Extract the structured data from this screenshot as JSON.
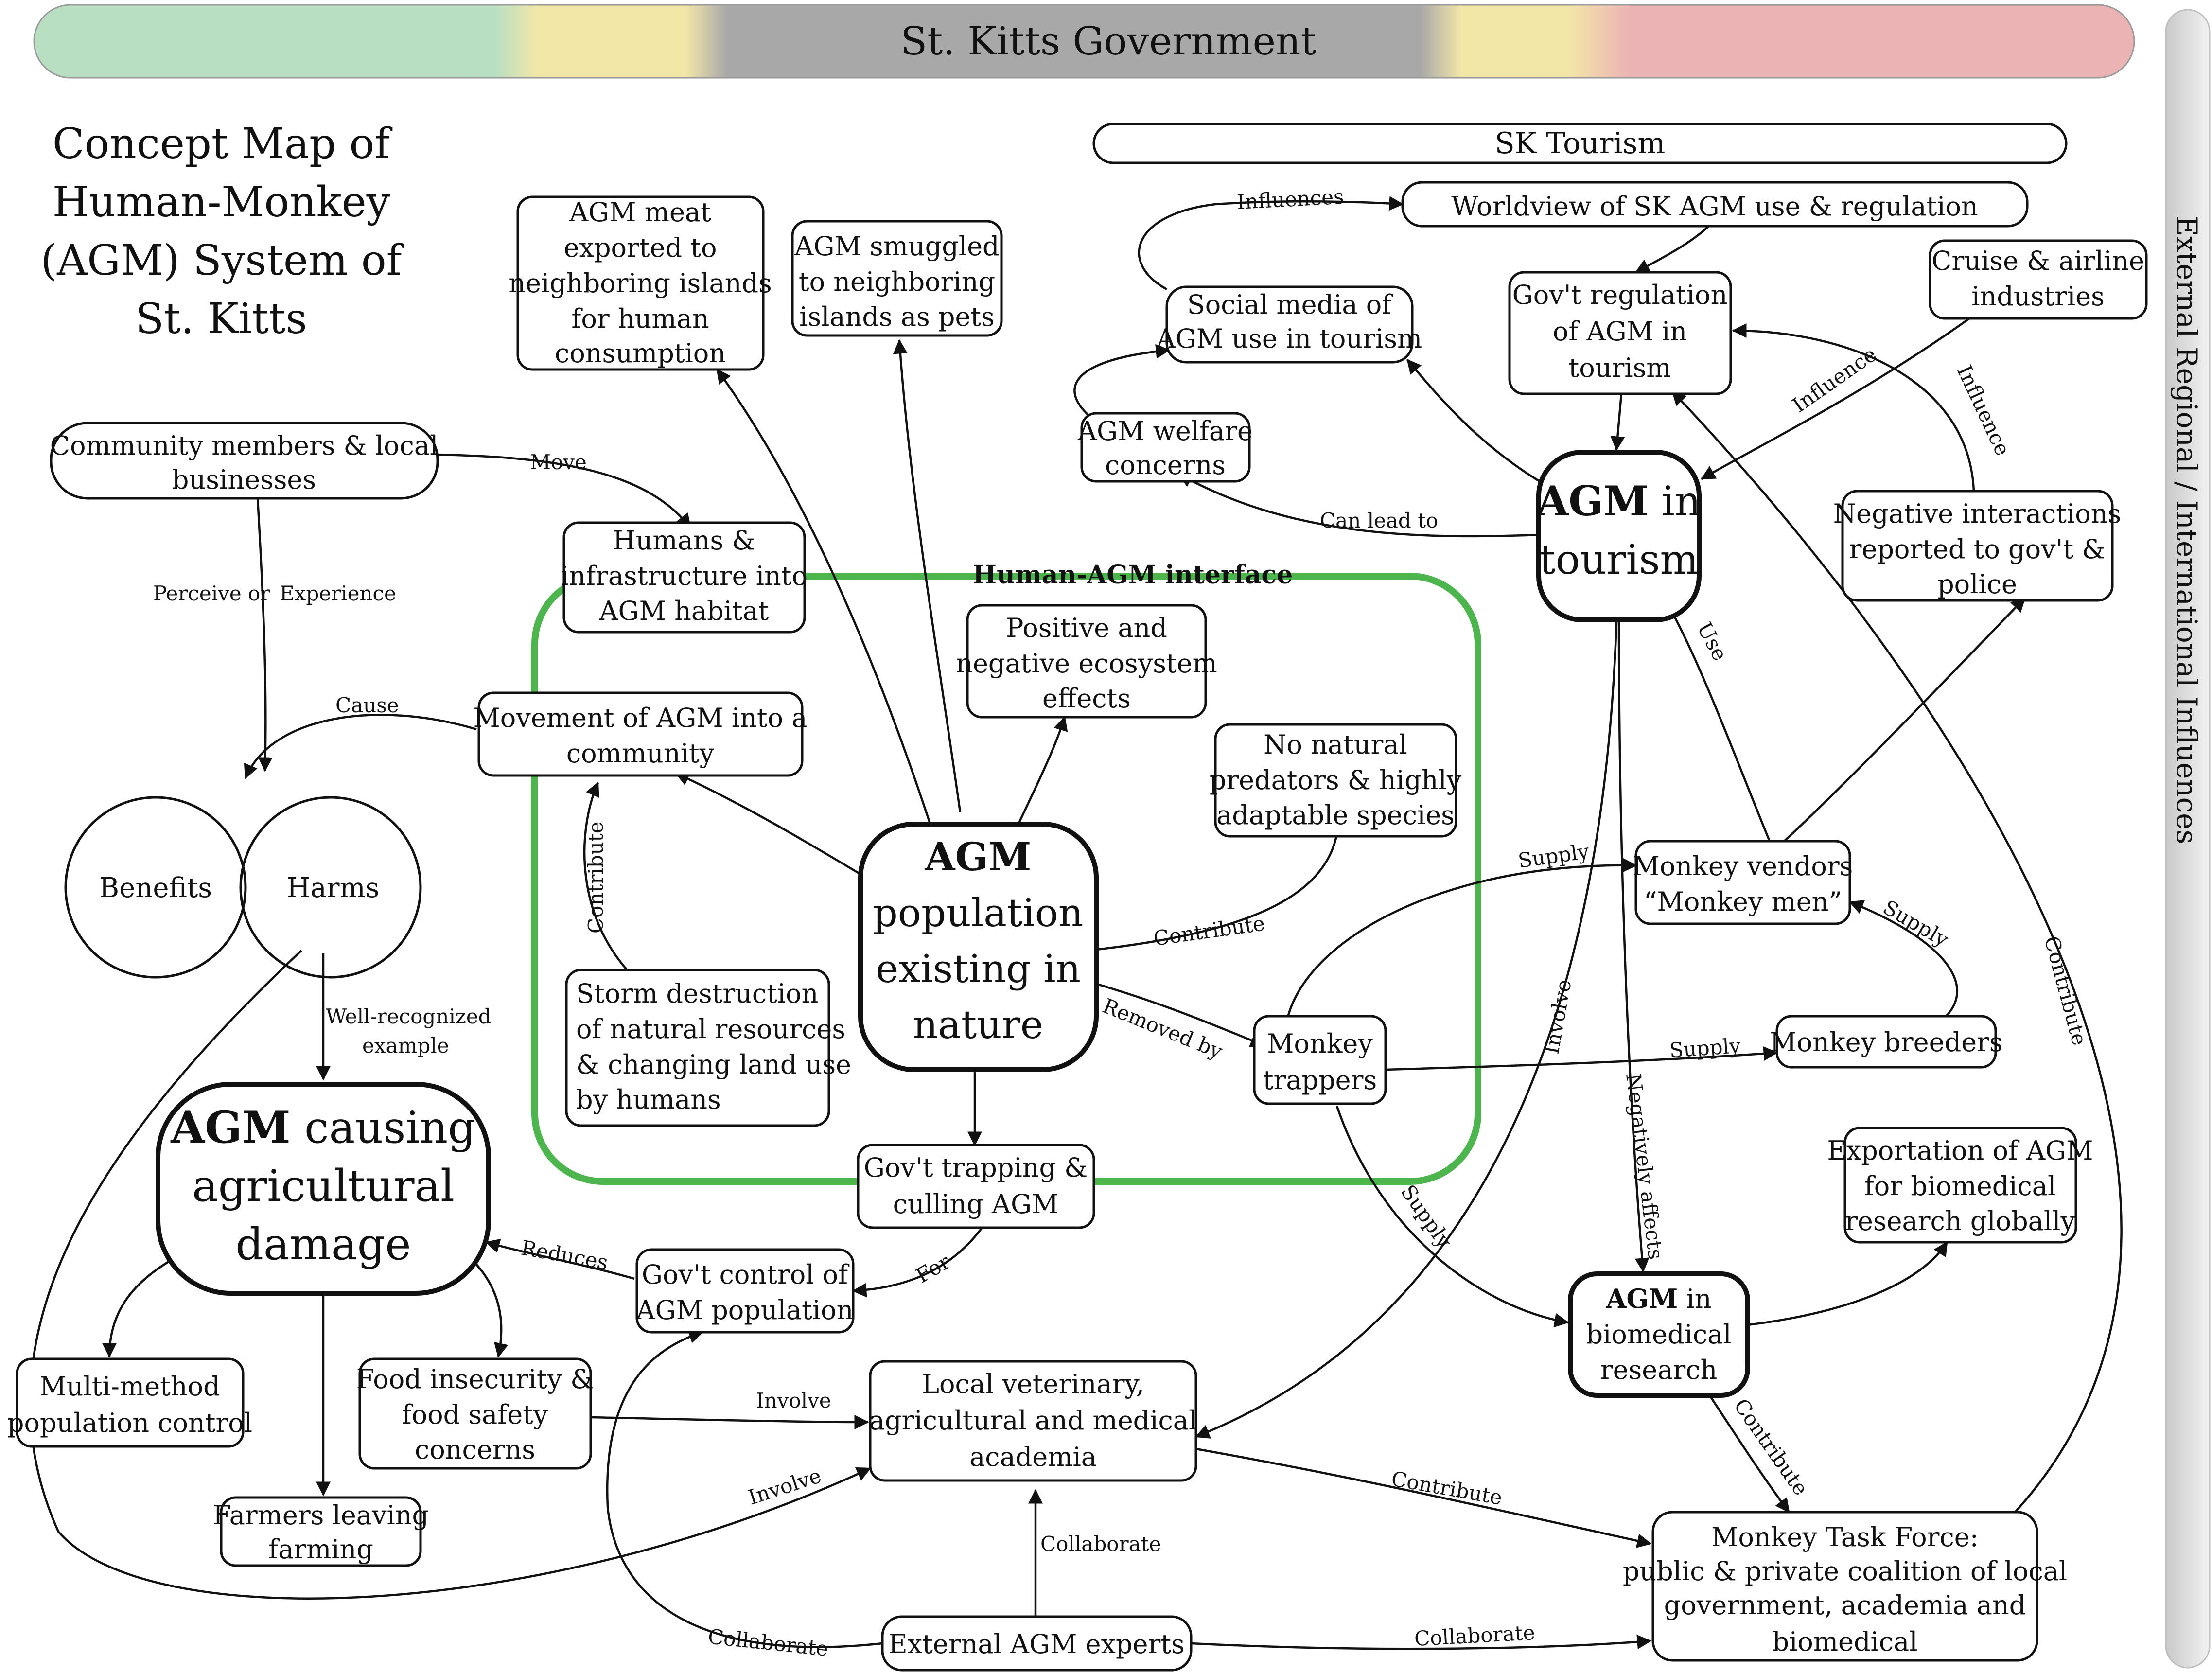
{
  "banner": {
    "title": "St. Kitts Government",
    "colors": [
      "#b7dfc0",
      "#f3e7a8",
      "#a6a6a6",
      "#f3e7a8",
      "#eab2b2"
    ]
  },
  "side_label": "External Regional / International Influences",
  "map_title": [
    "Concept Map of",
    "Human-Monkey",
    "(AGM) System of",
    "St. Kitts"
  ],
  "interface_label": "Human-AGM interface",
  "interface_color": "#2ea82e",
  "tourism_bar": "SK Tourism",
  "nodes": {
    "meat": [
      "AGM meat",
      "exported to",
      "neighboring islands",
      "for human",
      "consumption"
    ],
    "smuggled": [
      "AGM smuggled",
      "to neighboring",
      "islands as pets"
    ],
    "community": [
      "Community members & local",
      "businesses"
    ],
    "humans": [
      "Humans &",
      "infrastructure into",
      "AGM habitat"
    ],
    "movement": [
      "Movement of AGM into a",
      "community"
    ],
    "ecosystem": [
      "Positive and",
      "negative ecosystem",
      "effects"
    ],
    "predators": [
      "No natural",
      "predators & highly",
      "adaptable species"
    ],
    "population_bold": "AGM",
    "population": [
      "population",
      "existing in",
      "nature"
    ],
    "storm": [
      "Storm destruction",
      "of natural resources",
      "& changing land use",
      "by humans"
    ],
    "benefits": "Benefits",
    "harms": "Harms",
    "damage_bold": "AGM",
    "damage_first": "causing",
    "damage": [
      "agricultural",
      "damage"
    ],
    "trapping": [
      "Gov't trapping &",
      "culling AGM"
    ],
    "control": [
      "Gov't control of",
      "AGM population"
    ],
    "multi": [
      "Multi-method",
      "population control"
    ],
    "food": [
      "Food insecurity &",
      "food safety",
      "concerns"
    ],
    "farmers": [
      "Farmers leaving",
      "farming"
    ],
    "academia": [
      "Local veterinary,",
      "agricultural and medical",
      "academia"
    ],
    "experts": "External AGM experts",
    "taskforce": [
      "Monkey Task Force:",
      "public & private coalition of local",
      "government, academia and",
      "biomedical"
    ],
    "worldview": "Worldview of SK AGM use & regulation",
    "social": [
      "Social media of",
      "AGM use in tourism"
    ],
    "regulation": [
      "Gov't regulation",
      "of AGM in",
      "tourism"
    ],
    "cruise": [
      "Cruise & airline",
      "industries"
    ],
    "welfare": [
      "AGM welfare",
      "concerns"
    ],
    "tourism_bold": "AGM",
    "tourism_first": "in",
    "tourism_second": "tourism",
    "negative": [
      "Negative interactions",
      "reported to gov't &",
      "police"
    ],
    "vendors": [
      "Monkey vendors",
      "“Monkey men”"
    ],
    "trappers": [
      "Monkey",
      "trappers"
    ],
    "breeders": "Monkey breeders",
    "exportation": [
      "Exportation of AGM",
      "for biomedical",
      "research globally"
    ],
    "biomed_bold": "AGM",
    "biomed_first": "in",
    "biomed": [
      "biomedical",
      "research"
    ]
  },
  "edge_labels": {
    "move": "Move",
    "perceive": "Perceive or",
    "experience": "Experience",
    "cause": "Cause",
    "contribute_storm": "Contribute",
    "contribute_predators": "Contribute",
    "removed": "Removed by",
    "well1": "Well-recognized",
    "well2": "example",
    "reduces": "Reduces",
    "for": "For",
    "involve_food": "Involve",
    "involve_harms": "Involve",
    "involve_tourism": "Involve",
    "collaborate_up": "Collaborate",
    "collaborate_left": "Collaborate",
    "collaborate_right": "Collaborate",
    "contribute_academia": "Contribute",
    "contribute_biomed": "Contribute",
    "contribute_taskforce": "Contribute",
    "influences": "Influences",
    "influence_cruise": "Influence",
    "influence_negative": "Influence",
    "canleadto": "Can lead to",
    "use": "Use",
    "supply_vendors": "Supply",
    "supply_breeders_vendors": "Supply",
    "supply_breeders": "Supply",
    "supply_biomed": "Supply",
    "negatively": "Negatively affects"
  }
}
